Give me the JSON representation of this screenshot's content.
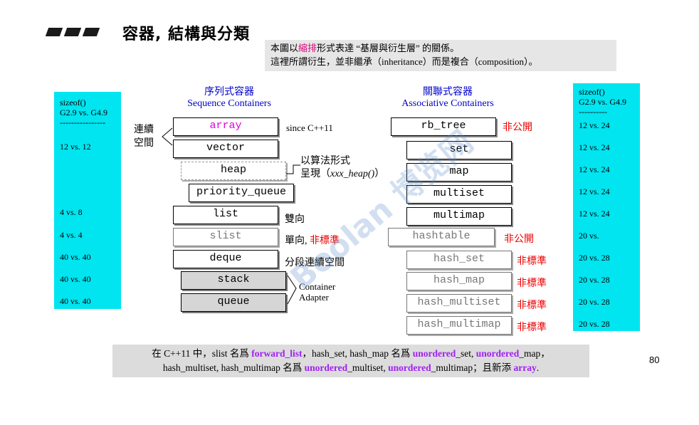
{
  "title": "容器, 結構與分類",
  "note": {
    "line1_a": "本圖以",
    "line1_hl": "縮排",
    "line1_b": "形式表達 “基層與衍生層” 的關係。",
    "line2": "這裡所謂衍生，並非繼承（inheritance）而是複合（composition）。"
  },
  "left_sizes": {
    "header1": "sizeof()",
    "header2": "G2.9 vs. G4.9",
    "separator": "----------------",
    "rows": [
      "12 vs. 12",
      "4   vs. 8",
      "4   vs. 4",
      "40 vs. 40",
      "40 vs. 40",
      "40 vs. 40"
    ]
  },
  "right_sizes": {
    "header1": "sizeof()",
    "header2": "G2.9 vs. G4.9",
    "separator": "----------",
    "rows": [
      "12 vs. 24",
      "12 vs. 24",
      "12 vs. 24",
      "12 vs. 24",
      "12 vs. 24",
      "20 vs.",
      "20 vs. 28",
      "20 vs. 28",
      "20 vs. 28",
      "20 vs. 28"
    ]
  },
  "sequence": {
    "header_zh": "序列式容器",
    "header_en": "Sequence Containers",
    "items": [
      "array",
      "vector",
      "heap",
      "priority_queue",
      "list",
      "slist",
      "deque",
      "stack",
      "queue"
    ]
  },
  "associative": {
    "header_zh": "關聯式容器",
    "header_en": "Associative Containers",
    "items": [
      "rb_tree",
      "set",
      "map",
      "multiset",
      "multimap",
      "hashtable",
      "hash_set",
      "hash_map",
      "hash_multiset",
      "hash_multimap"
    ]
  },
  "annotations": {
    "contiguous": "連續\n空間",
    "since_cxx11": "since C++11",
    "algo_form": "以算法形式",
    "algo_present": "呈現（",
    "algo_name": "xxx_heap()",
    "algo_close": "）",
    "doubly": "雙向",
    "singly": "單向,",
    "nonstd": "非標準",
    "segmented": "分段連續空間",
    "adapter": "Container\nAdapter",
    "nonpublic": "非公開"
  },
  "watermark": "Boolan 博览网",
  "bottom": {
    "a": "在 C++11 中，slist 名爲 ",
    "b": "forward_list",
    "c": "，hash_set, hash_map 名爲 ",
    "d": "unordered",
    "e": "_set, ",
    "f": "unordered",
    "g": "_map，",
    "h": "hash_multiset, hash_multimap 名爲 ",
    "i": "unordered",
    "j": "_multiset, ",
    "k": "unordered",
    "l": "_multimap；且新添 ",
    "m": "array",
    "n": "."
  },
  "page_number": "80"
}
